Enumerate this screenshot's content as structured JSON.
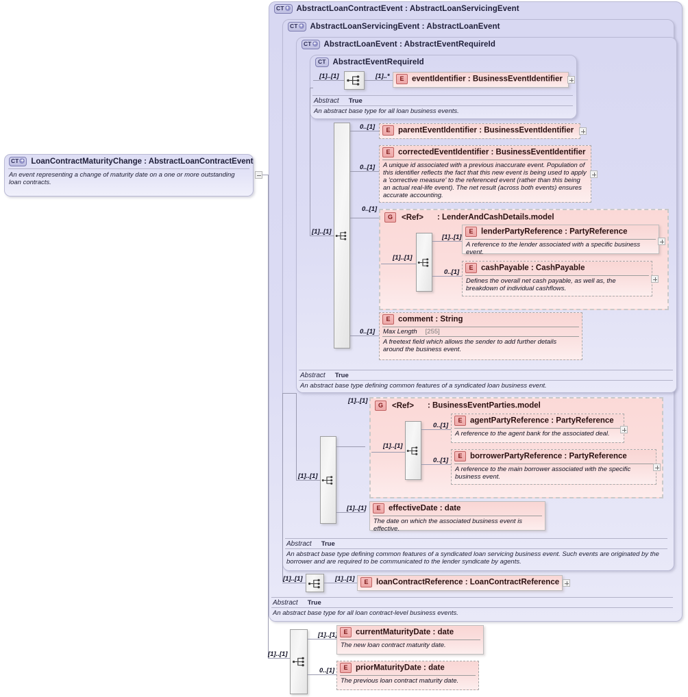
{
  "diagram": {
    "kind": "xsd-schema-diagram",
    "root": {
      "badge": "CT",
      "expander": "+",
      "title": "LoanContractMaturityChange : AbstractLoanContractEvent",
      "documentation": "An event representing a change of maturity date on a one or more outstanding loan contracts."
    },
    "containers": [
      {
        "id": "contract_event",
        "badge": "CT",
        "expander": "+",
        "title": "AbstractLoanContractEvent : AbstractLoanServicingEvent",
        "abstract_key": "Abstract",
        "abstract_value": "True",
        "documentation": "An abstract base type for all loan contract-level business events."
      },
      {
        "id": "servicing_event",
        "badge": "CT",
        "expander": "+",
        "title": "AbstractLoanServicingEvent : AbstractLoanEvent",
        "abstract_key": "Abstract",
        "abstract_value": "True",
        "documentation": "An abstract base type defining common features of a syndicated loan servicing business event. Such events are originated by the borrower and are required to be communicated to the lender syndicate by agents."
      },
      {
        "id": "loan_event",
        "badge": "CT",
        "expander": "+",
        "title": "AbstractLoanEvent : AbstractEventRequireId",
        "abstract_key": "Abstract",
        "abstract_value": "True",
        "documentation": "An abstract base type defining common features of a syndicated loan business event."
      },
      {
        "id": "event_require_id",
        "badge": "CT",
        "expander": "",
        "title": "AbstractEventRequireId",
        "abstract_key": "Abstract",
        "abstract_value": "True",
        "documentation": "An abstract base type for all loan business events."
      }
    ],
    "elements": [
      {
        "id": "eventIdentifier",
        "badge": "E",
        "title": "eventIdentifier : BusinessEventIdentifier",
        "occurrence": "[1]..*",
        "required": true,
        "documentation": "",
        "expander": "+"
      },
      {
        "id": "parentEventIdentifier",
        "badge": "E",
        "title": "parentEventIdentifier : BusinessEventIdentifier",
        "occurrence": "0..[1]",
        "required": false,
        "documentation": "",
        "expander": "+"
      },
      {
        "id": "correctedEventIdentifier",
        "badge": "E",
        "title": "correctedEventIdentifier : BusinessEventIdentifier",
        "occurrence": "0..[1]",
        "required": false,
        "documentation": "A unique id associated with a previous inaccurate event. Population of this identifier reflects the fact that this new event is being used to apply a 'corrective measure' to the referenced event (rather than this being an actual real-life event).  The net result (across both events) ensures accurate accounting.",
        "expander": "+"
      },
      {
        "id": "lenderPartyReference",
        "badge": "E",
        "title": "lenderPartyReference : PartyReference",
        "occurrence": "[1]..[1]",
        "required": true,
        "documentation": "A reference to the lender associated with a specific business event.",
        "expander": "+"
      },
      {
        "id": "cashPayable",
        "badge": "E",
        "title": "cashPayable : CashPayable",
        "occurrence": "0..[1]",
        "required": false,
        "documentation": "Defines the overall net cash payable, as well as, the breakdown of individual cashflows.",
        "expander": "+"
      },
      {
        "id": "comment",
        "badge": "E",
        "title": "comment : String",
        "occurrence": "0..[1]",
        "required": false,
        "facet_key": "Max Length",
        "facet_value": "[255]",
        "documentation": "A freetext field which allows the sender to add further details around the business event.",
        "expander": ""
      },
      {
        "id": "agentPartyReference",
        "badge": "E",
        "title": "agentPartyReference : PartyReference",
        "occurrence": "0..[1]",
        "required": false,
        "documentation": "A reference to the agent bank for the associated deal.",
        "expander": "+"
      },
      {
        "id": "borrowerPartyReference",
        "badge": "E",
        "title": "borrowerPartyReference : PartyReference",
        "occurrence": "0..[1]",
        "required": false,
        "documentation": "A reference to the main borrower associated with the specific business event.",
        "expander": "+"
      },
      {
        "id": "effectiveDate",
        "badge": "E",
        "title": "effectiveDate : date",
        "occurrence": "[1]..[1]",
        "required": true,
        "documentation": "The date on which the associated business event is effective.",
        "expander": ""
      },
      {
        "id": "loanContractReference",
        "badge": "E",
        "title": "loanContractReference : LoanContractReference",
        "occurrence": "[1]..[1]",
        "required": true,
        "documentation": "",
        "expander": "+"
      },
      {
        "id": "currentMaturityDate",
        "badge": "E",
        "title": "currentMaturityDate : date",
        "occurrence": "[1]..[1]",
        "required": true,
        "documentation": "The new loan contract maturity date.",
        "expander": ""
      },
      {
        "id": "priorMaturityDate",
        "badge": "E",
        "title": "priorMaturityDate : date",
        "occurrence": "0..[1]",
        "required": false,
        "documentation": "The previous loan contract maturity date.",
        "expander": ""
      }
    ],
    "groups": [
      {
        "id": "lenderAndCashDetails",
        "badge": "G",
        "ref_label": "<Ref>",
        "title": ": LenderAndCashDetails.model",
        "occurrence": "0..[1]"
      },
      {
        "id": "businessEventParties",
        "badge": "G",
        "ref_label": "<Ref>",
        "title": ": BusinessEventParties.model",
        "occurrence": "[1]..[1]"
      }
    ],
    "compositors": [
      {
        "id": "seq-event-require-id",
        "type": "sequence",
        "occurrence": "[1]..[1]"
      },
      {
        "id": "seq-loan-event",
        "type": "sequence",
        "occurrence": "[1]..[1]"
      },
      {
        "id": "seq-lender-cash",
        "type": "sequence",
        "occurrence": "[1]..[1]"
      },
      {
        "id": "seq-servicing-event",
        "type": "sequence",
        "occurrence": "[1]..[1]"
      },
      {
        "id": "seq-business-parties",
        "type": "sequence",
        "occurrence": "[1]..[1]"
      },
      {
        "id": "seq-contract-event",
        "type": "sequence",
        "occurrence": "[1]..[1]"
      },
      {
        "id": "seq-maturity-change",
        "type": "sequence",
        "occurrence": "[1]..[1]"
      }
    ],
    "icons": {
      "complex_type": "CT",
      "element": "E",
      "group": "G",
      "expand": "+",
      "collapse": "-",
      "sequence": "sequence-icon"
    }
  }
}
